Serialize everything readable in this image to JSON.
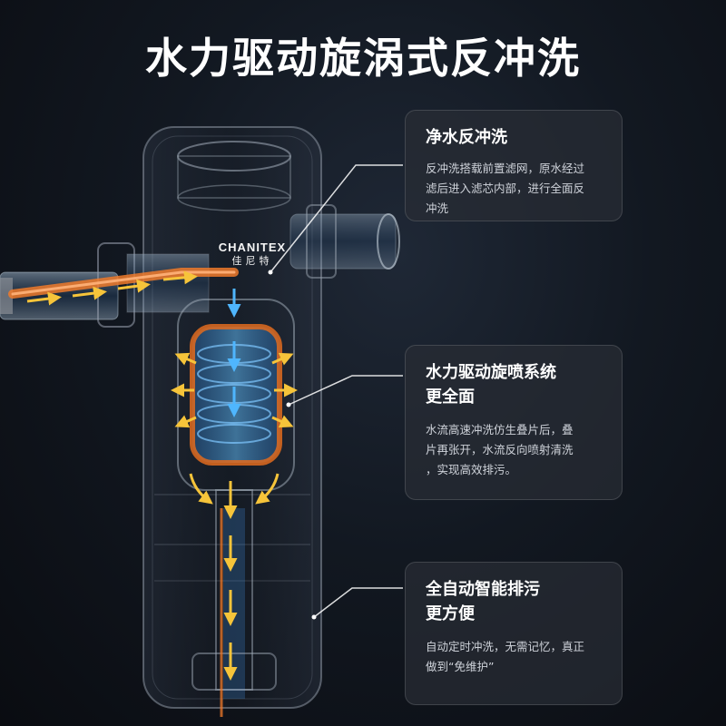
{
  "headline": "水力驱动旋涡式反冲洗",
  "brand": {
    "name_en": "CHANITEX",
    "name_cn": "佳尼特"
  },
  "features": [
    {
      "title": "净水反冲洗",
      "body": "反冲洗搭载前置滤网，原水经过\n滤后进入滤芯内部，进行全面反\n冲洗"
    },
    {
      "title": "水力驱动旋喷系统\n更全面",
      "body": "水流高速冲洗仿生叠片后，叠\n片再张开，水流反向喷射清洗\n，实现高效排污。"
    },
    {
      "title": "全自动智能排污\n更方便",
      "body": "自动定时冲洗，无需记忆，真正\n做到“免维护”"
    }
  ],
  "colors": {
    "background": "#0d1016",
    "flow_orange": "#f07a2a",
    "flow_yellow": "#f6c43a",
    "flow_blue": "#3aa9f0",
    "card_text": "#cfd3da"
  }
}
